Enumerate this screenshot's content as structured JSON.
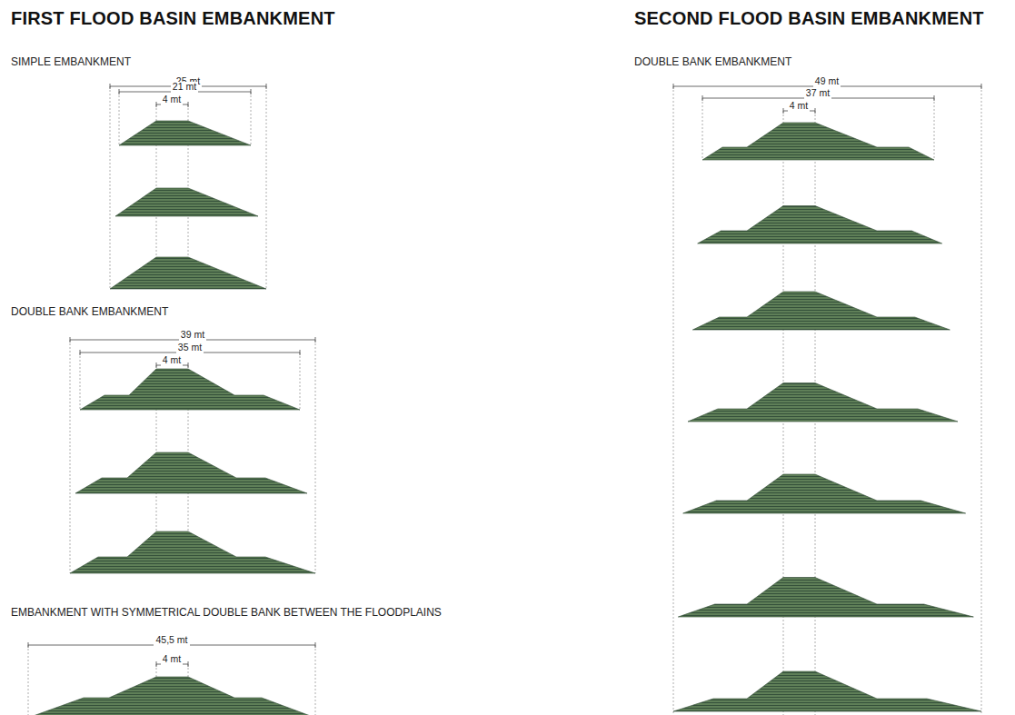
{
  "diagram": {
    "labels": [
      "FIRST FLOOD BASIN EMBANKMENT",
      "SIMPLE EMBANKMENT",
      "25 mt",
      "21 mt",
      "4 mt",
      "DOUBLE BANK EMBANKMENT",
      "39 mt",
      "35 mt",
      "4 mt",
      "EMBANKMENT WITH SYMMETRICAL DOUBLE BANK BETWEEN THE FLOODPLAINS",
      "45,5 mt",
      "4 mt",
      "SECOND FLOOD BASIN EMBANKMENT",
      "DOUBLE BANK EMBANKMENT",
      "49 mt",
      "37 mt",
      "4 mt"
    ]
  }
}
